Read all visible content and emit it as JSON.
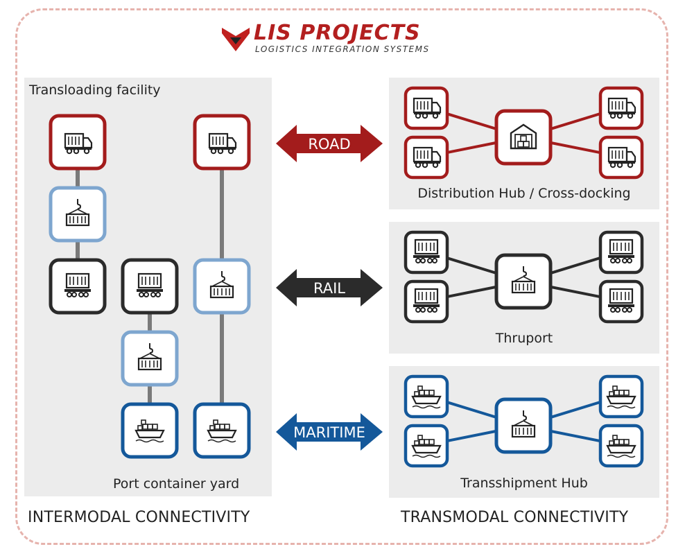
{
  "logo": {
    "title": "LIS PROJECTS",
    "subtitle": "LOGISTICS INTEGRATION SYSTEMS"
  },
  "left_panel": {
    "top_label": "Transloading facility",
    "bottom_label": "Port container yard"
  },
  "right_panels": {
    "road": "Distribution Hub / Cross-docking",
    "rail": "Thruport",
    "maritime": "Transshipment Hub"
  },
  "modes": {
    "road": "ROAD",
    "rail": "RAIL",
    "maritime": "MARITIME"
  },
  "footer": {
    "left": "INTERMODAL CONNECTIVITY",
    "right": "TRANSMODAL CONNECTIVITY"
  },
  "colors": {
    "road": "#a31c1c",
    "rail": "#2b2b2b",
    "maritime": "#14589a",
    "container": "#7ea6cf",
    "link": "#7a7a7a"
  },
  "icons": [
    "truck-icon",
    "crane-container-icon",
    "rail-wagon-icon",
    "ship-icon",
    "warehouse-icon"
  ]
}
